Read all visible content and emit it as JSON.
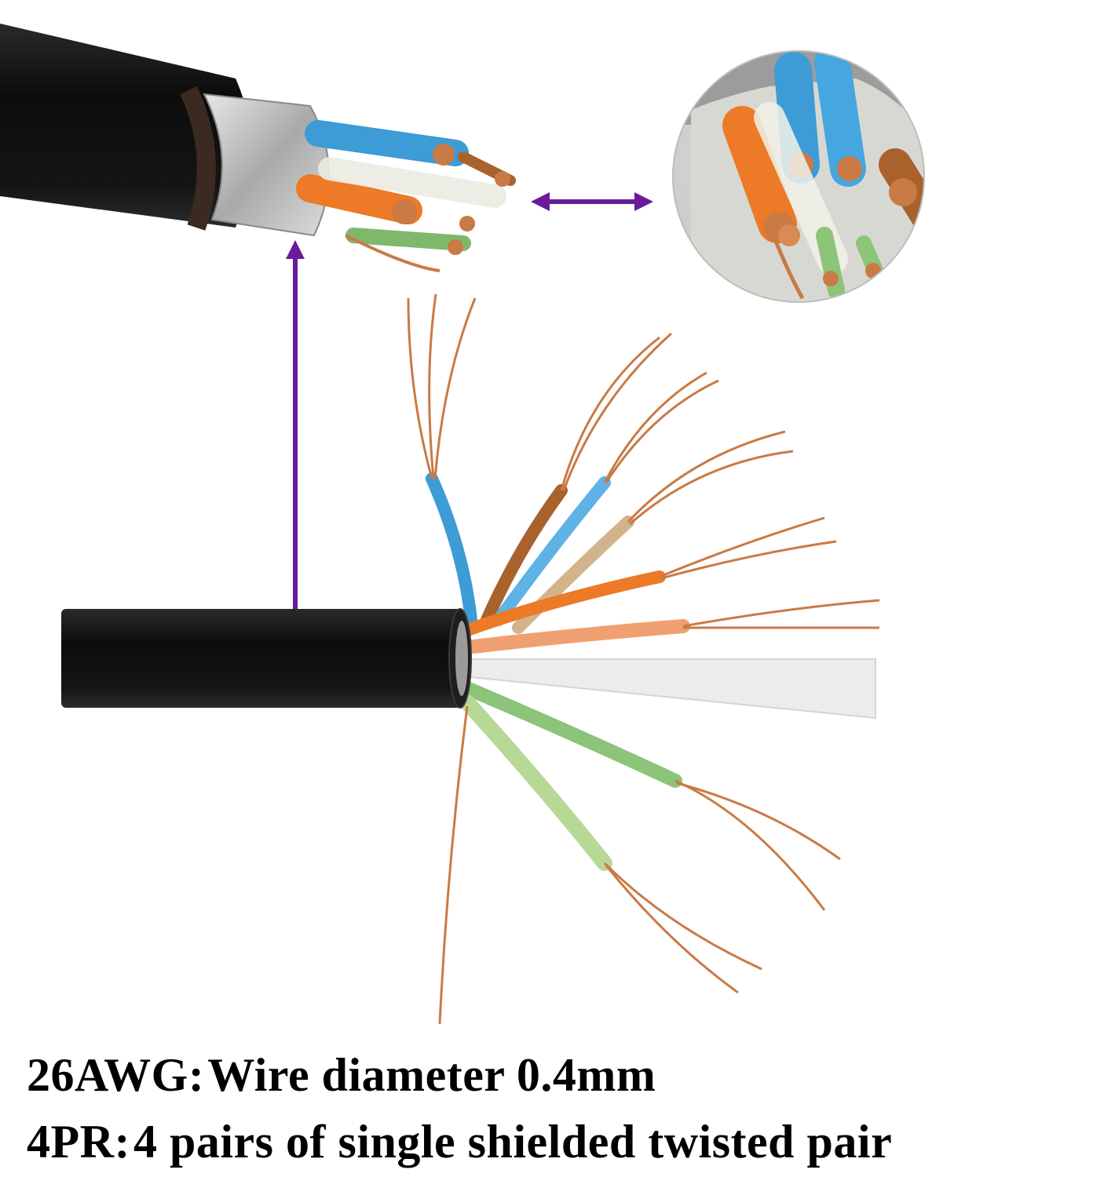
{
  "specs": [
    {
      "label": "26AWG",
      "separator": ":",
      "value": "Wire diameter 0.4mm"
    },
    {
      "label": "4PR",
      "separator": ":",
      "value": "4 pairs of single shielded twisted pair"
    }
  ],
  "colors": {
    "arrow": "#6a1b9a",
    "jacket": "#111111",
    "foil": "#c9c9c9",
    "copper": "#c97a45",
    "blue_wire": "#3d9bd6",
    "orange_wire": "#ec7a27",
    "brown_wire": "#a9622c",
    "green_wire": "#7fb86d",
    "white_wire": "#e6e6e0"
  }
}
